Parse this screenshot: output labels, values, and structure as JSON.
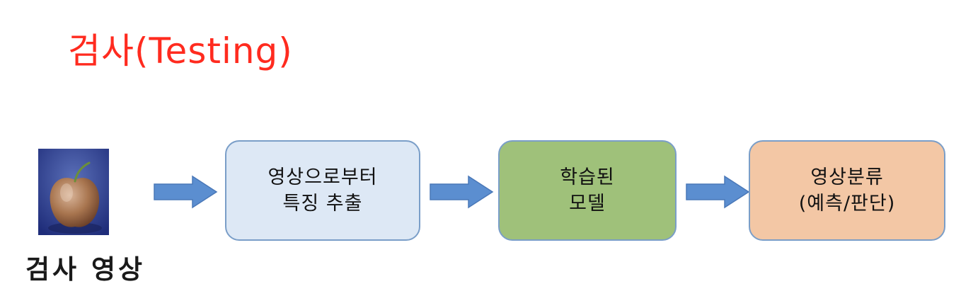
{
  "title": "검사(Testing)",
  "input": {
    "image": "apple-photo",
    "label": "검사 영상"
  },
  "steps": [
    {
      "lines": [
        "영상으로부터",
        "특징 추출"
      ],
      "color": "#dde8f5"
    },
    {
      "lines": [
        "학습된",
        "모델"
      ],
      "color": "#9fc17a"
    },
    {
      "lines": [
        "영상분류",
        "(예측/판단)"
      ],
      "color": "#f3c7a5"
    }
  ],
  "colors": {
    "title": "#ff2b1f",
    "arrow": "#5b8ed0",
    "box_border": "#7a9ec8"
  },
  "icons": [
    "right-arrow-icon",
    "right-arrow-icon",
    "right-arrow-icon"
  ]
}
